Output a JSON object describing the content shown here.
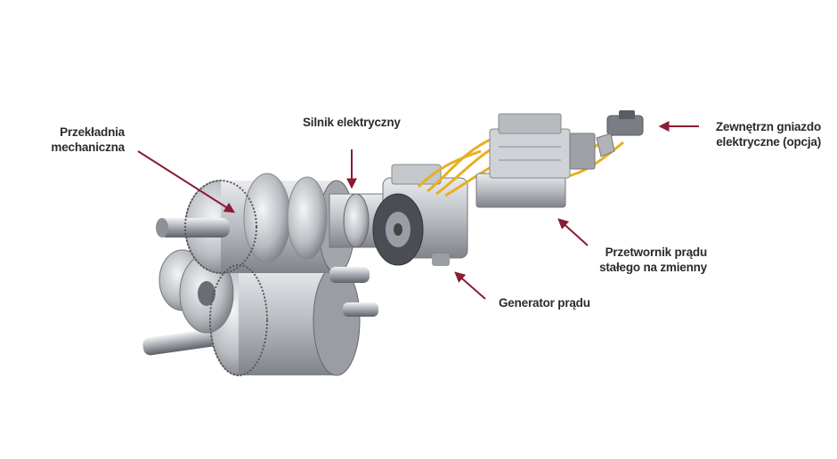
{
  "colors": {
    "arrow": "#8a1c33",
    "metal": "#c9ccd0",
    "cable": "#e8b020",
    "text": "#2b2b2b"
  },
  "labels": {
    "gearbox": {
      "line1": "Przekładnia",
      "line2": "mechaniczna"
    },
    "motor": {
      "line1": "Silnik elektryczny"
    },
    "generator": {
      "line1": "Generator prądu"
    },
    "inverter": {
      "line1": "Przetwornik prądu",
      "line2": "stałego na zmienny"
    },
    "socket": {
      "line1": "Zewnętrzn gniazdo",
      "line2": "elektryczne (opcja)"
    }
  }
}
